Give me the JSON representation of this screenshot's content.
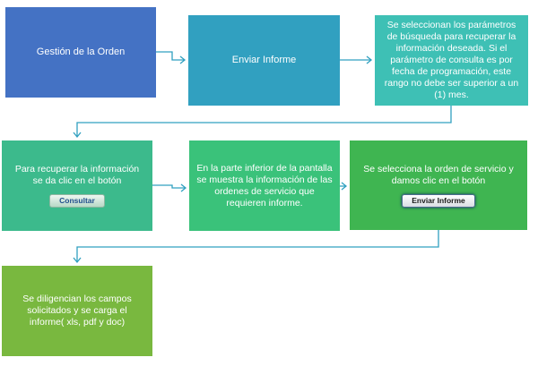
{
  "steps": [
    {
      "id": "gestion",
      "text": "Gestión de la Orden",
      "color": "#4472c4"
    },
    {
      "id": "enviar",
      "text": "Enviar Informe",
      "color": "#31a0c0"
    },
    {
      "id": "parametros",
      "text": "Se seleccionan los parámetros de búsqueda para recuperar la información deseada. Si el parámetro de consulta es por fecha de programación, este rango no debe ser superior a un (1) mes.",
      "color": "#3ec0b5"
    },
    {
      "id": "recuperar",
      "text": "Para recuperar la información se da clic en el botón",
      "button": "Consultar",
      "color": "#3cba8c"
    },
    {
      "id": "inferior",
      "text": "En la parte inferior de la pantalla se muestra la información de las ordenes de servicio que requieren informe.",
      "color": "#3ac27a"
    },
    {
      "id": "seleccion",
      "text": "Se selecciona la orden de servicio y damos clic en el botón",
      "button": "Enviar Informe",
      "color": "#3fb551"
    },
    {
      "id": "diligencian",
      "text": "Se diligencian los campos solicitados y se carga el informe( xls, pdf y doc)",
      "color": "#79b83f"
    }
  ],
  "connector_color": "#31a0c0"
}
